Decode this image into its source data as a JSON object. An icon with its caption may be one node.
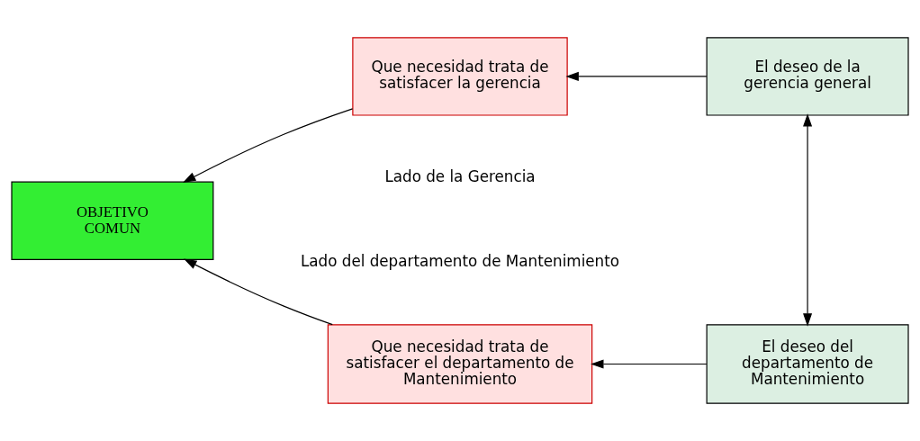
{
  "diagram": {
    "nodes": [
      {
        "text": [
          "OBJETIVO COMUN"
        ]
      },
      {
        "text": [
          "Que necesidad trata de satisfacer la gerencia"
        ]
      },
      {
        "text": [
          "El deseo de la gerencia general"
        ]
      },
      {
        "text": [
          "Que necesidad trata de satisfacer el departamento de Mantenimiento"
        ]
      },
      {
        "text": [
          "El deseo del departamento de Mantenimiento"
        ]
      }
    ],
    "edges": [
      {
        "from": 1,
        "to": 0,
        "arrow": "to"
      },
      {
        "from": 2,
        "to": 1,
        "arrow": "to"
      },
      {
        "from": 3,
        "to": 0,
        "arrow": "to"
      },
      {
        "from": 4,
        "to": 3,
        "arrow": "to"
      },
      {
        "from": 2,
        "to": 4,
        "arrow": "both"
      }
    ],
    "labels": [
      "Lado de la Gerencia",
      "Lado del departamento de Mantenimiento"
    ]
  }
}
